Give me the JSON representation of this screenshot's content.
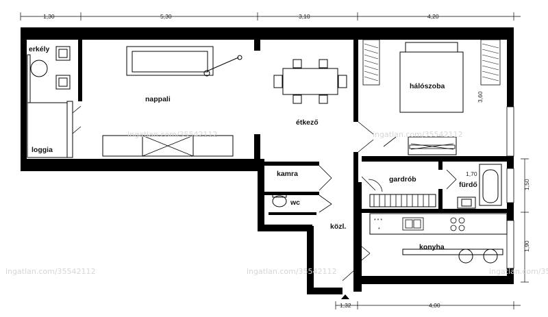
{
  "rooms": {
    "erkely": "erkély",
    "nappali": "nappali",
    "loggia": "loggia",
    "etkezo": "étkező",
    "haloszoba": "hálószoba",
    "kamra": "kamra",
    "wc": "wc",
    "gardrob": "gardrób",
    "furdo": "fürdő",
    "kozl": "közl.",
    "konyha": "konyha"
  },
  "dimensions": {
    "top": [
      "1,30",
      "5,30",
      "3,10",
      "4,20"
    ],
    "bottom": [
      "1,32",
      "4,00"
    ],
    "right": [
      "1,50",
      "1,90"
    ],
    "inner_bedroom_height": "3,60",
    "inner_bath_width": "1,70"
  },
  "watermark": "ingatlan.com/35542112"
}
